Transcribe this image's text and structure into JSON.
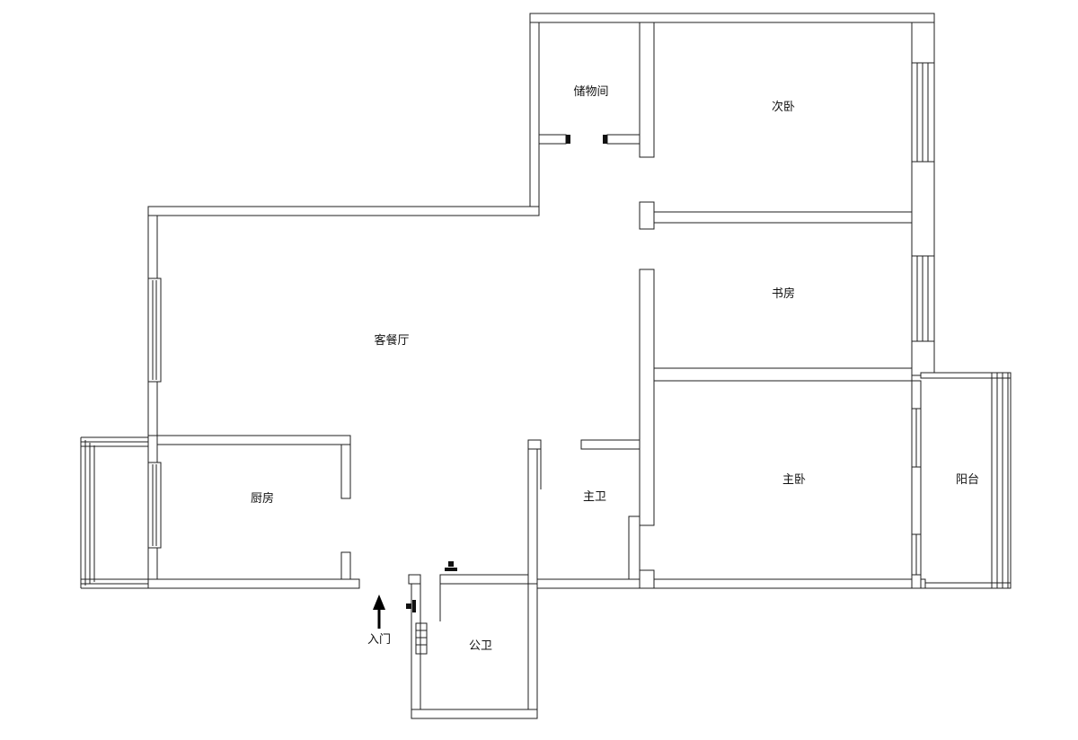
{
  "floorplan": {
    "background_color": "#ffffff",
    "wall_color": "#1f1f1f",
    "label_color": "#111111",
    "rooms": {
      "storage": {
        "label": "储物间"
      },
      "secondary_bedroom": {
        "label": "次卧"
      },
      "study": {
        "label": "书房"
      },
      "living_dining": {
        "label": "客餐厅"
      },
      "kitchen": {
        "label": "厨房"
      },
      "master_bath": {
        "label": "主卫"
      },
      "master_bedroom": {
        "label": "主卧"
      },
      "balcony": {
        "label": "阳台"
      },
      "public_bath": {
        "label": "公卫"
      },
      "entrance": {
        "label": "入门"
      }
    },
    "icons": {
      "entrance_arrow": "up-arrow"
    }
  }
}
